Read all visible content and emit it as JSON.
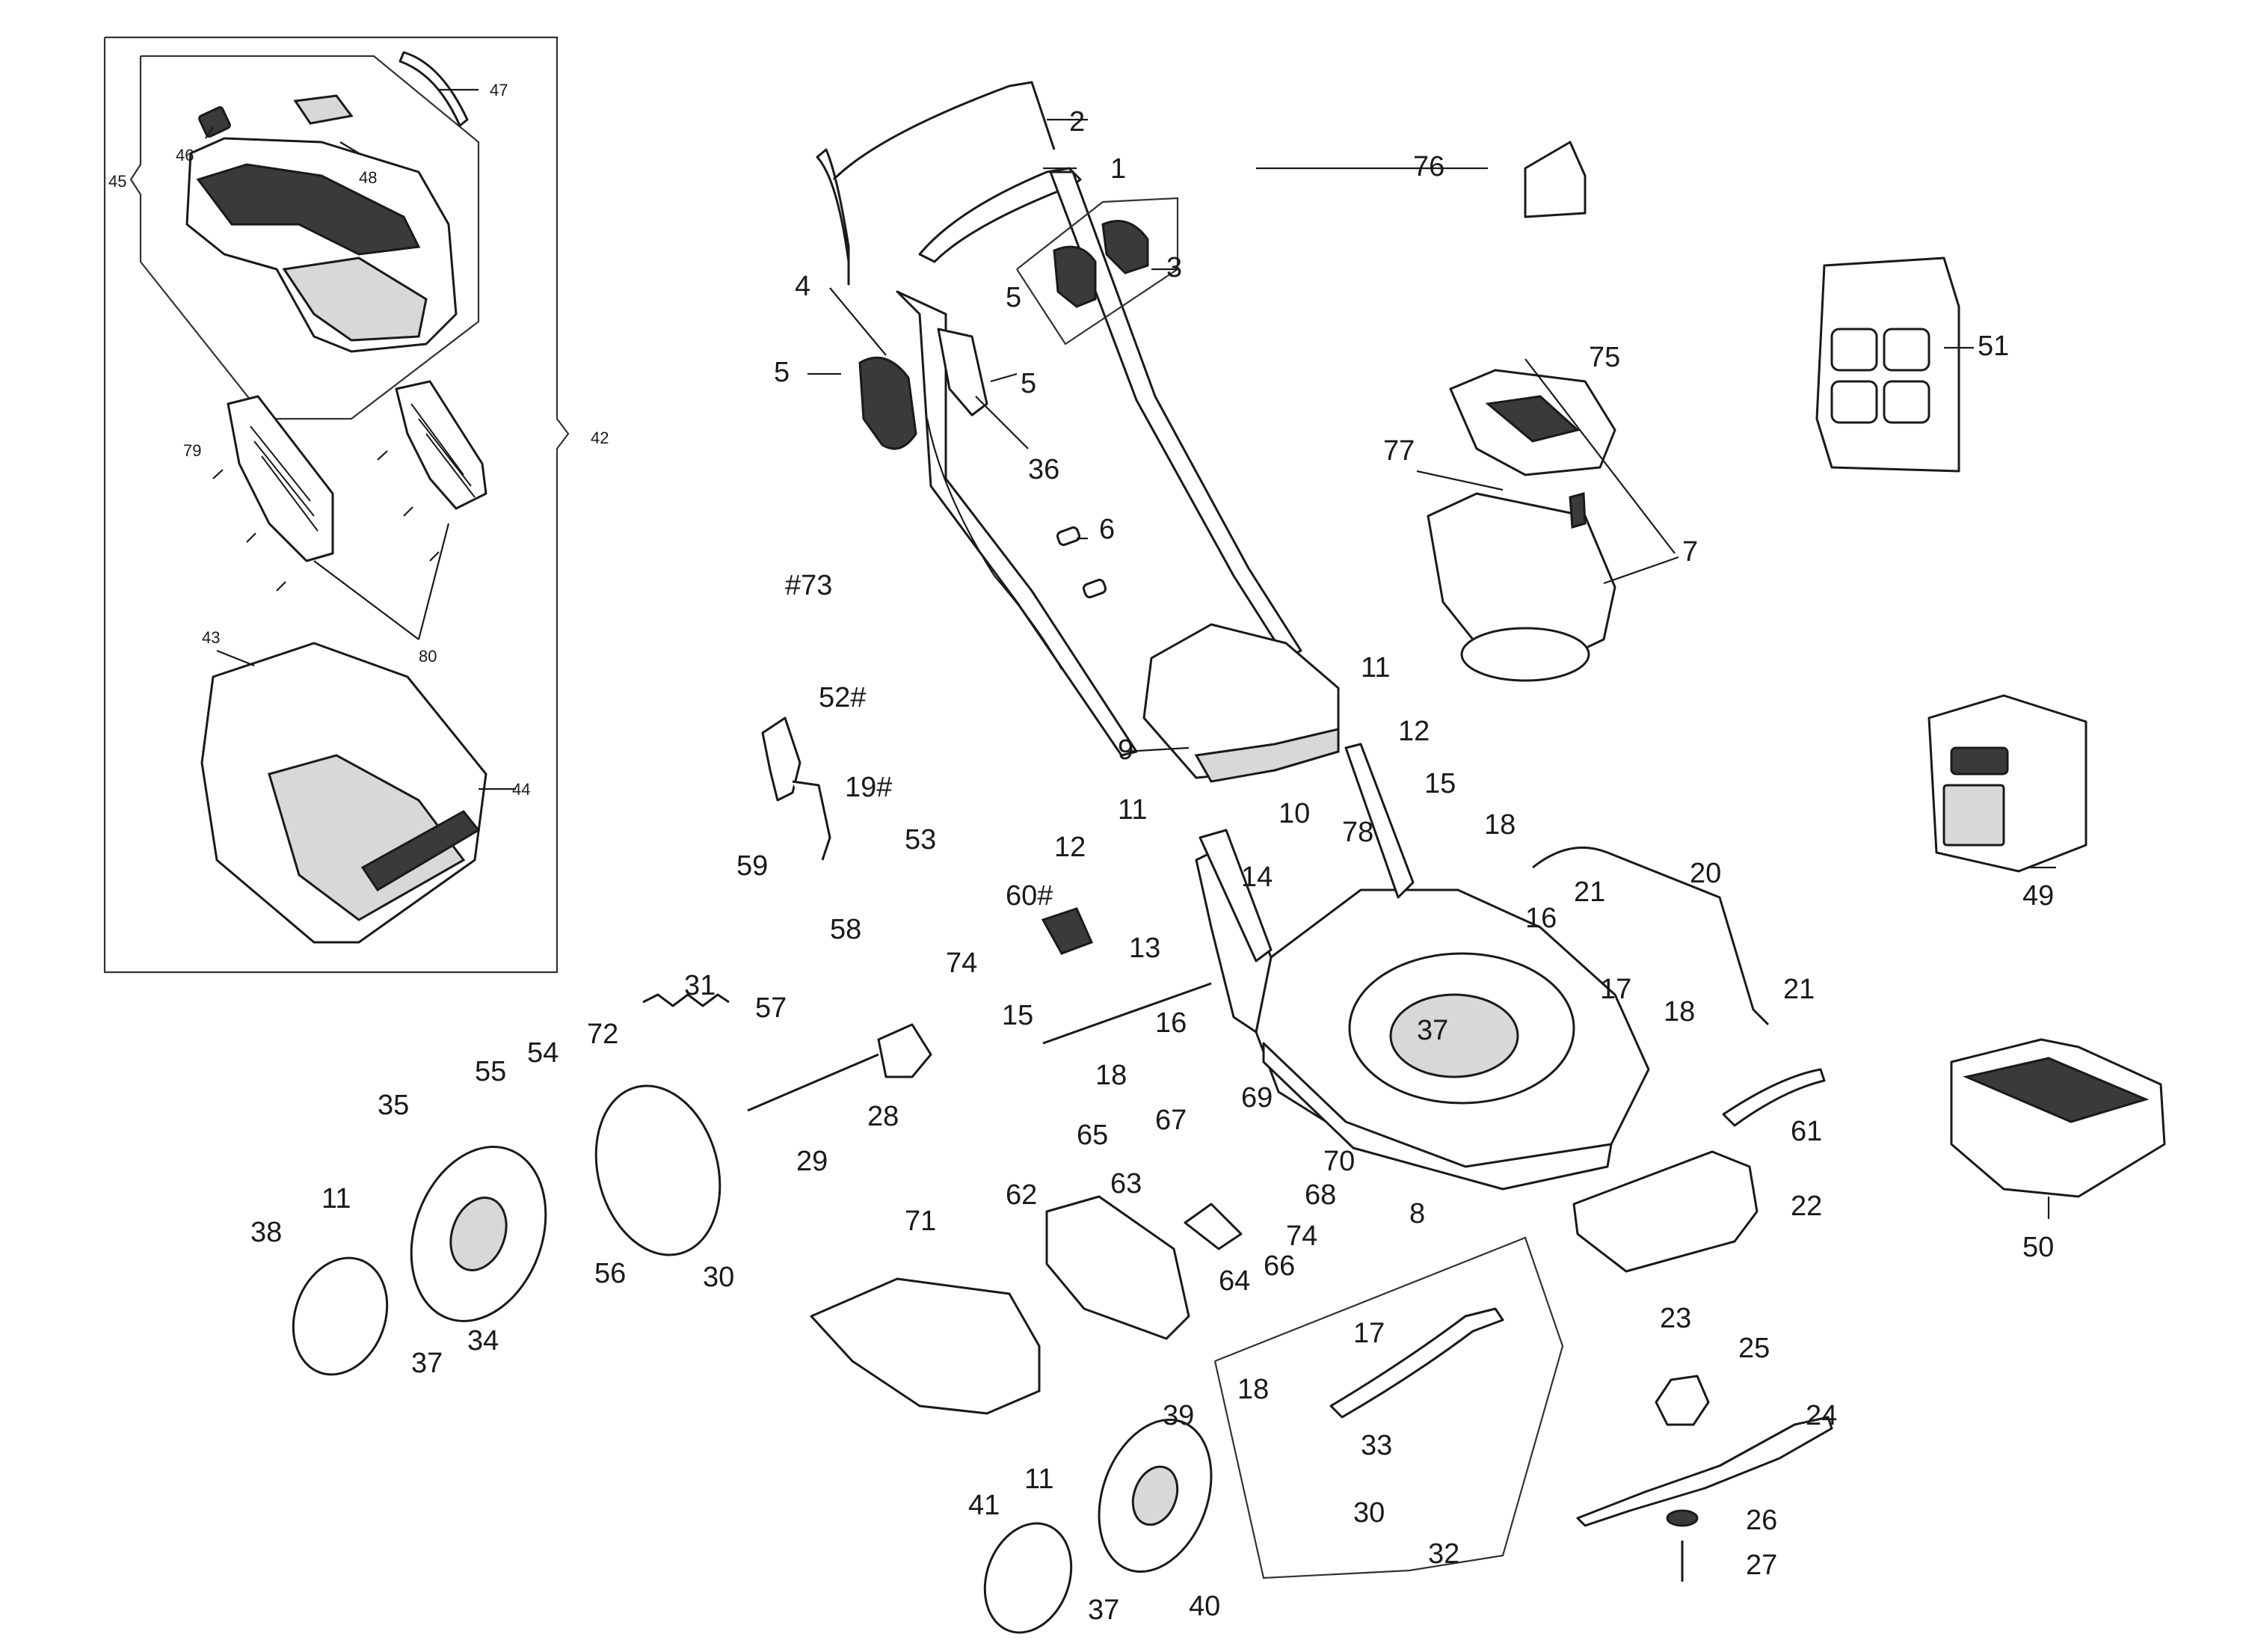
{
  "diagram": {
    "labels": {
      "l1": "1",
      "l2": "2",
      "l3": "3",
      "l4": "4",
      "l5a": "5",
      "l5b": "5",
      "l5c": "5",
      "l6": "6",
      "l7": "7",
      "l8": "8",
      "l9": "9",
      "l10": "10",
      "l11a": "11",
      "l11b": "11",
      "l11c": "11",
      "l11d": "11",
      "l12a": "12",
      "l12b": "12",
      "l13": "13",
      "l14": "14",
      "l15a": "15",
      "l15b": "15",
      "l16a": "16",
      "l16b": "16",
      "l17a": "17",
      "l17b": "17",
      "l18a": "18",
      "l18b": "18",
      "l18c": "18",
      "l18d": "18",
      "l19": "19#",
      "l20": "20",
      "l21a": "21",
      "l21b": "21",
      "l22": "22",
      "l23": "23",
      "l24": "24",
      "l25": "25",
      "l26": "26",
      "l27": "27",
      "l28": "28",
      "l29": "29",
      "l30a": "30",
      "l30b": "30",
      "l31": "31",
      "l32": "32",
      "l33": "33",
      "l34": "34",
      "l35": "35",
      "l36": "36",
      "l37a": "37",
      "l37b": "37",
      "l37c": "37",
      "l38": "38",
      "l39": "39",
      "l40": "40",
      "l41": "41",
      "l42": "42",
      "l43": "43",
      "l44": "44",
      "l45": "45",
      "l46": "46",
      "l47": "47",
      "l48": "48",
      "l49": "49",
      "l50": "50",
      "l51": "51",
      "l52": "52#",
      "l53": "53",
      "l54": "54",
      "l55": "55",
      "l56": "56",
      "l57": "57",
      "l58": "58",
      "l59": "59",
      "l60": "60#",
      "l61": "61",
      "l62": "62",
      "l63": "63",
      "l64": "64",
      "l65": "65",
      "l66": "66",
      "l67": "67",
      "l68": "68",
      "l69": "69",
      "l70": "70",
      "l71": "71",
      "l72": "72",
      "l73": "#73",
      "l74a": "74",
      "l74b": "74",
      "l75": "75",
      "l76": "76",
      "l77": "77",
      "l78": "78",
      "l79": "79",
      "l80": "80"
    }
  }
}
